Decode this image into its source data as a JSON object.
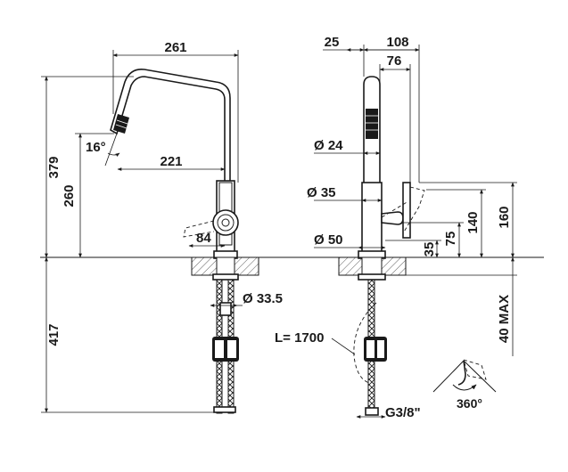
{
  "drawing": {
    "left_view": {
      "width_261": "261",
      "height_379": "379",
      "height_260": "260",
      "reach_221": "221",
      "angle_16": "16°",
      "lever_84": "84",
      "hose_dia": "Ø 33.5",
      "below_417": "417"
    },
    "right_view": {
      "d25": "25",
      "d108": "108",
      "d76": "76",
      "dia24": "Ø 24",
      "dia35": "Ø 35",
      "dia50": "Ø 50",
      "h160": "160",
      "h140": "140",
      "h75": "75",
      "h35": "35",
      "max40": "40 MAX",
      "hose_length": "L= 1700",
      "thread": "G3/8\""
    },
    "rotation": "360°"
  }
}
